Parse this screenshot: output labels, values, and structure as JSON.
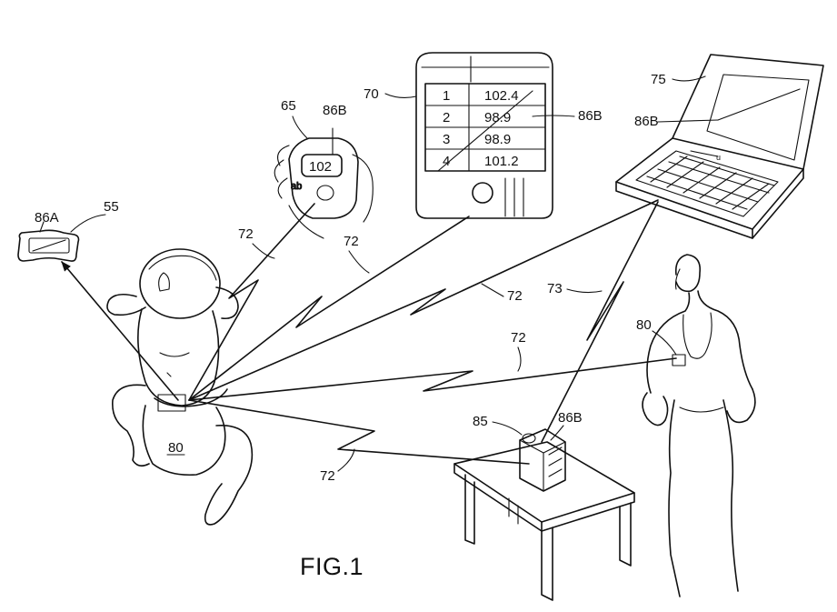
{
  "figure": {
    "title": "FIG.1",
    "labels": {
      "ref_55": "55",
      "ref_86A": "86A",
      "ref_65": "65",
      "ref_86B_pager": "86B",
      "ref_70": "70",
      "ref_86B_pda": "86B",
      "ref_75": "75",
      "ref_86B_laptop": "86B",
      "ref_72_a": "72",
      "ref_72_b": "72",
      "ref_72_c": "72",
      "ref_72_d": "72",
      "ref_72_e": "72",
      "ref_73": "73",
      "ref_80_parent": "80",
      "ref_80_baby": "80",
      "ref_85": "85",
      "ref_86B_base": "86B"
    },
    "pager": {
      "reading": "102"
    },
    "pda_table": [
      {
        "index": "1",
        "value": "102.4"
      },
      {
        "index": "2",
        "value": "98.9"
      },
      {
        "index": "3",
        "value": "98.9"
      },
      {
        "index": "4",
        "value": "101.2"
      }
    ]
  }
}
